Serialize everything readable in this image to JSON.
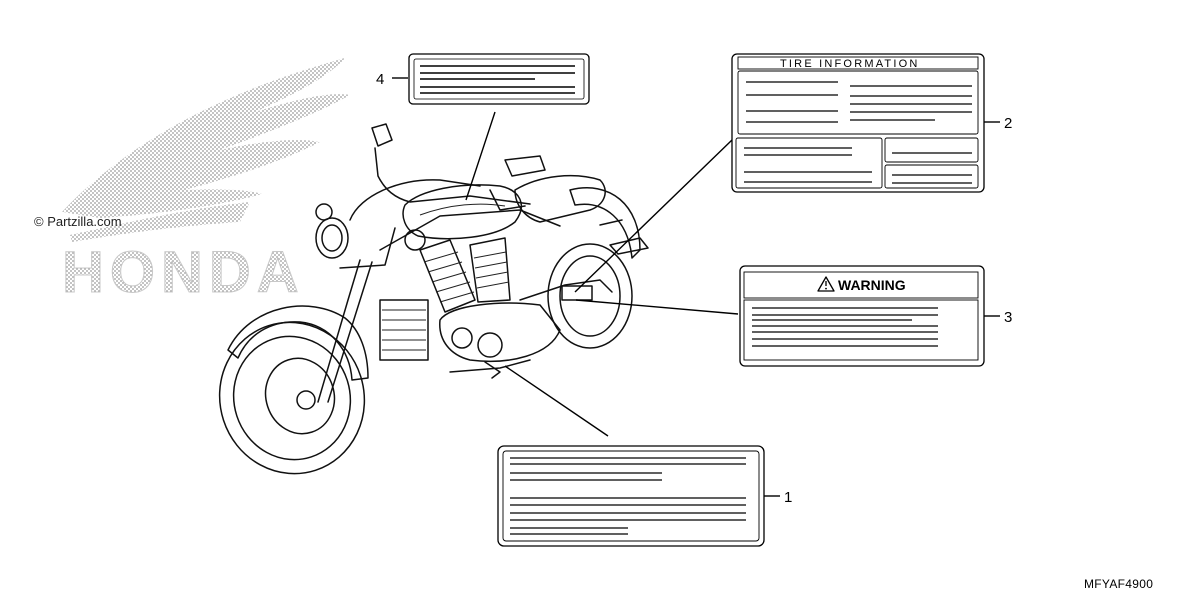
{
  "watermark": {
    "copyright": "© Partzilla.com",
    "brand": "HONDA"
  },
  "labels": [
    {
      "callout": "1",
      "name": "label-1"
    },
    {
      "callout": "2",
      "name": "tire-information-label",
      "title": "TIRE INFORMATION"
    },
    {
      "callout": "3",
      "name": "warning-label",
      "title": "WARNING",
      "icon": "warning-triangle-icon"
    },
    {
      "callout": "4",
      "name": "label-4"
    }
  ],
  "part_code": "MFYAF4900",
  "colors": {
    "ink": "#000000",
    "watermark": "#b8b8b8",
    "background": "#ffffff"
  }
}
